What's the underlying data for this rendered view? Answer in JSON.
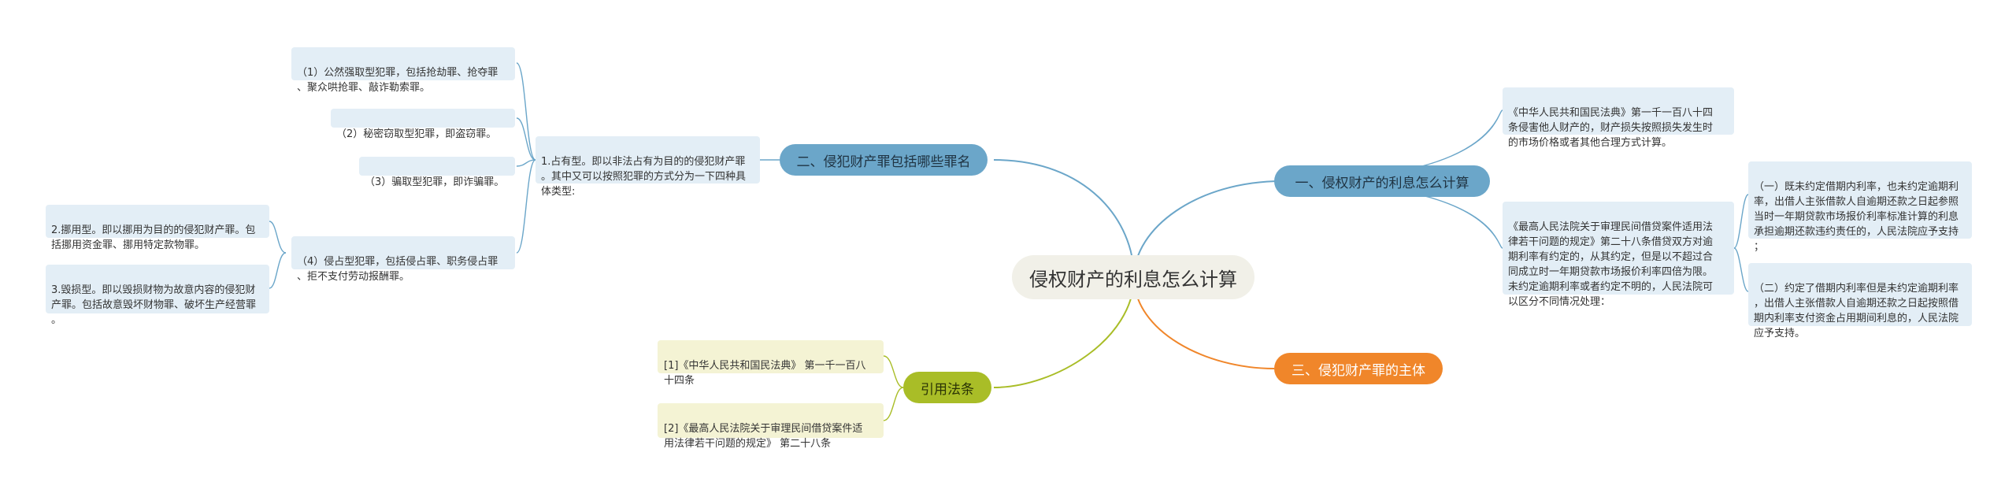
{
  "root": {
    "label": "侵权财产的利息怎么计算"
  },
  "branches": {
    "b1": {
      "label": "一、侵权财产的利息怎么计算"
    },
    "b2": {
      "label": "二、侵犯财产罪包括哪些罪名"
    },
    "b3": {
      "label": "三、侵犯财产罪的主体"
    },
    "b4": {
      "label": "引用法条"
    }
  },
  "b1_items": {
    "civil_code": "《中华人民共和国民法典》第一千一百八十四\n条侵害他人财产的，财产损失按照损失发生时\n的市场价格或者其他合理方式计算。",
    "provisions": "《最高人民法院关于审理民间借贷案件适用法\n律若干问题的规定》第二十八条借贷双方对逾\n期利率有约定的，从其约定，但是以不超过合\n同成立时一年期贷款市场报价利率四倍为限。\n未约定逾期利率或者约定不明的，人民法院可\n以区分不同情况处理：",
    "sub1": "（一）既未约定借期内利率，也未约定逾期利\n率，出借人主张借款人自逾期还款之日起参照\n当时一年期贷款市场报价利率标准计算的利息\n承担逾期还款违约责任的，人民法院应予支持\n；",
    "sub2": "（二）约定了借期内利率但是未约定逾期利率\n，出借人主张借款人自逾期还款之日起按照借\n期内利率支付资金占用期间利息的，人民法院\n应予支持。"
  },
  "b2_items": {
    "main": "1.占有型。即以非法占有为目的的侵犯财产罪\n。其中又可以按照犯罪的方式分为一下四种具\n体类型:",
    "t1": "（1）公然强取型犯罪，包括抢劫罪、抢夺罪\n、聚众哄抢罪、敲诈勒索罪。",
    "t2": "（2）秘密窃取型犯罪，即盗窃罪。",
    "t3": "（3）骗取型犯罪，即诈骗罪。",
    "t4": "（4）侵占型犯罪，包括侵占罪、职务侵占罪\n、拒不支付劳动报酬罪。",
    "misuse": "2.挪用型。即以挪用为目的的侵犯财产罪。包\n括挪用资金罪、挪用特定款物罪。",
    "destroy": "3.毁损型。即以毁损财物为故意内容的侵犯财\n产罪。包括故意毁坏财物罪、破坏生产经营罪\n。"
  },
  "b4_items": {
    "ref1": "[1]《中华人民共和国民法典》 第一千一百八\n十四条",
    "ref2": "[2]《最高人民法院关于审理民间借贷案件适\n用法律若干问题的规定》 第二十八条"
  },
  "colors": {
    "blue": "#6ba6c9",
    "orange": "#f0862a",
    "green": "#a9bd27",
    "leaf_blue": "#e3eef6",
    "leaf_yellow": "#f4f3d4",
    "root_bg": "#f1f0e8"
  }
}
